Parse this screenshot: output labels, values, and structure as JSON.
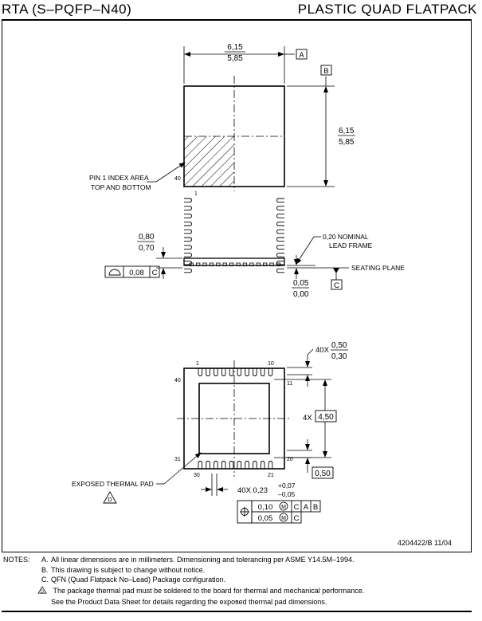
{
  "header": {
    "left_title": "RTA (S–PQFP–N40)",
    "right_title": "PLASTIC QUAD FLATPACK"
  },
  "top_view": {
    "width_max": "6,15",
    "width_min": "5,85",
    "datum_a": "A",
    "datum_b": "B",
    "height_max": "6,15",
    "height_min": "5,85",
    "pin1_label_line1": "PIN 1 INDEX AREA",
    "pin1_label_line2": "TOP AND BOTTOM",
    "pin_40": "40",
    "pin_1": "1"
  },
  "side_view": {
    "height_max": "0,80",
    "height_min": "0,70",
    "lead_frame_line1": "0,20 NOMINAL",
    "lead_frame_line2": "LEAD FRAME",
    "seating_plane": "SEATING PLANE",
    "datum_c": "C",
    "standoff_max": "0,05",
    "standoff_min": "0,00",
    "flatness_value": "0,08",
    "flatness_datum": "C"
  },
  "bottom_view": {
    "pin_1": "1",
    "pin_10": "10",
    "pin_11": "11",
    "pin_20": "20",
    "pin_21": "21",
    "pin_30": "30",
    "pin_31": "31",
    "pin_40": "40",
    "pitch_count": "40X",
    "pitch_max": "0,50",
    "pitch_min": "0,30",
    "pad_count": "4X",
    "pad_size": "4,50",
    "pad_ref": "0,50",
    "exposed_pad_label": "EXPOSED THERMAL PAD",
    "lead_width_prefix": "40X 0,23",
    "lead_width_plus": "+0,07",
    "lead_width_minus": "–0,05",
    "pos_tol_1": "0,10",
    "pos_tol_2": "0,05",
    "pos_m": "M",
    "pos_datum_c": "C",
    "pos_datum_a": "A",
    "pos_datum_b": "B"
  },
  "drawing_number": "4204422/B  11/04",
  "notes": {
    "label": "NOTES:",
    "items": [
      {
        "letter": "A.",
        "text": "All linear dimensions are in millimeters.  Dimensioning and tolerancing per ASME Y14.5M–1994."
      },
      {
        "letter": "B.",
        "text": "This drawing is subject to change without notice."
      },
      {
        "letter": "C.",
        "text": "QFN (Quad Flatpack No–Lead) Package configuration."
      },
      {
        "letter": "D",
        "text": "The package thermal pad must be soldered to the board for thermal and mechanical performance."
      },
      {
        "letter": "",
        "text": "See the Product Data Sheet for details regarding the exposed thermal pad dimensions."
      }
    ]
  },
  "page_mark": "-"
}
